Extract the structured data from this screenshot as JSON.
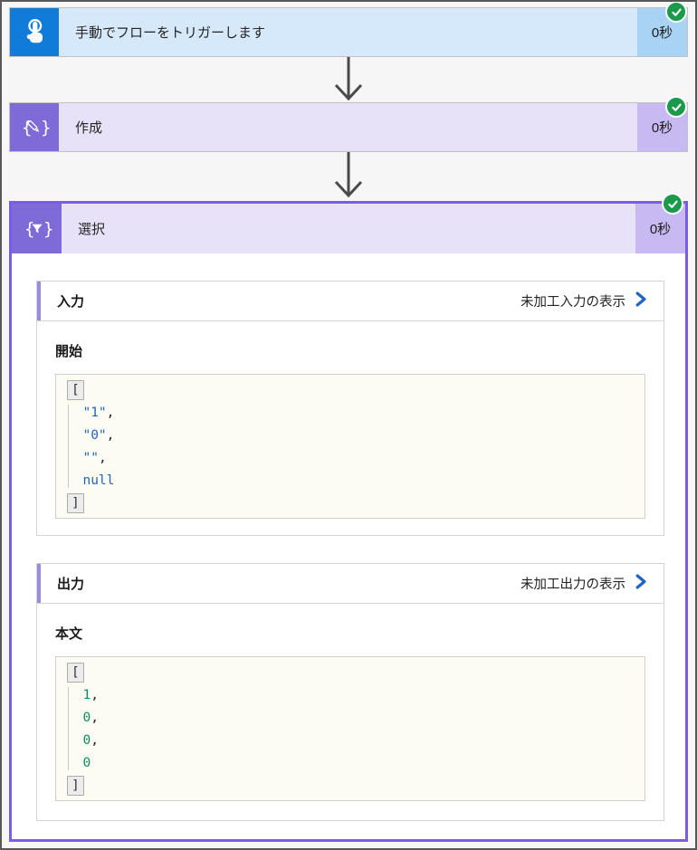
{
  "colors": {
    "frame": "#58585a",
    "page-bg": "#f6f6f6",
    "trigger-icon": "#117bd9",
    "trigger-bar": "#d6e9fb",
    "trigger-dur": "#a9d3f5",
    "action-icon": "#7e6bd8",
    "action-bar": "#e8e2f9",
    "action-dur": "#c9b9f2",
    "sel-border": "#7a5ce8",
    "green": "#1b9a4c",
    "chev": "#1f66c2",
    "accent": "#9a8ce0",
    "str": "#2064c0",
    "num": "#0e8a62",
    "pun": "#24292e"
  },
  "nodes": {
    "trigger": {
      "title": "手動でフローをトリガーします",
      "duration": "0秒",
      "status": "succeeded"
    },
    "compose": {
      "title": "作成",
      "duration": "0秒",
      "status": "succeeded"
    },
    "select": {
      "title": "選択",
      "duration": "0秒",
      "status": "succeeded"
    }
  },
  "select_details": {
    "input": {
      "header": "入力",
      "link": "未加工入力の表示",
      "label": "開始",
      "code": [
        [
          {
            "t": "[",
            "s": "bracket"
          }
        ],
        [
          {
            "t": "  ",
            "s": "pun"
          },
          {
            "t": "\"1\"",
            "s": "str"
          },
          {
            "t": ",",
            "s": "pun"
          }
        ],
        [
          {
            "t": "  ",
            "s": "pun"
          },
          {
            "t": "\"0\"",
            "s": "str"
          },
          {
            "t": ",",
            "s": "pun"
          }
        ],
        [
          {
            "t": "  ",
            "s": "pun"
          },
          {
            "t": "\"\"",
            "s": "str"
          },
          {
            "t": ",",
            "s": "pun"
          }
        ],
        [
          {
            "t": "  ",
            "s": "pun"
          },
          {
            "t": "null",
            "s": "kw"
          }
        ],
        [
          {
            "t": "]",
            "s": "bracket"
          }
        ]
      ]
    },
    "output": {
      "header": "出力",
      "link": "未加工出力の表示",
      "label": "本文",
      "code": [
        [
          {
            "t": "[",
            "s": "bracket"
          }
        ],
        [
          {
            "t": "  ",
            "s": "pun"
          },
          {
            "t": "1",
            "s": "num"
          },
          {
            "t": ",",
            "s": "pun"
          }
        ],
        [
          {
            "t": "  ",
            "s": "pun"
          },
          {
            "t": "0",
            "s": "num"
          },
          {
            "t": ",",
            "s": "pun"
          }
        ],
        [
          {
            "t": "  ",
            "s": "pun"
          },
          {
            "t": "0",
            "s": "num"
          },
          {
            "t": ",",
            "s": "pun"
          }
        ],
        [
          {
            "t": "  ",
            "s": "pun"
          },
          {
            "t": "0",
            "s": "num"
          }
        ],
        [
          {
            "t": "]",
            "s": "bracket"
          }
        ]
      ]
    }
  }
}
